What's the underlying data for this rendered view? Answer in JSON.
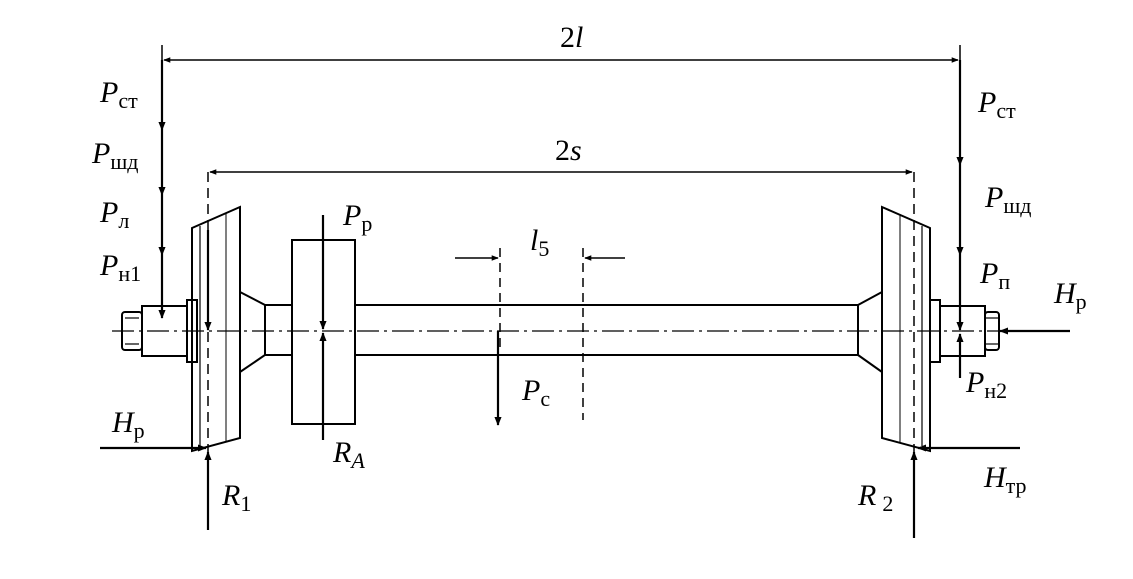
{
  "dimensions": {
    "two_l": {
      "main": "2",
      "var": "l"
    },
    "two_s": {
      "main": "2",
      "var": "s"
    },
    "l5": {
      "main": "l",
      "sub": "5"
    }
  },
  "forces": {
    "p_st_left": {
      "main": "P",
      "sub": "ст"
    },
    "p_shd_left": {
      "main": "P",
      "sub": "шд"
    },
    "p_l": {
      "main": "P",
      "sub": "л"
    },
    "p_n1": {
      "main": "P",
      "sub": "н1"
    },
    "p_r": {
      "main": "P",
      "sub": "р"
    },
    "p_c": {
      "main": "P",
      "sub": "с"
    },
    "p_st_right": {
      "main": "P",
      "sub": "ст"
    },
    "p_shd_right": {
      "main": "P",
      "sub": "шд"
    },
    "p_p": {
      "main": "P",
      "sub": "п"
    },
    "p_n2": {
      "main": "P",
      "sub": "н2"
    },
    "h_r_left": {
      "main": "H",
      "sub": "р"
    },
    "h_r_right": {
      "main": "H",
      "sub": "р"
    },
    "h_tr": {
      "main": "H",
      "sub": "тр"
    },
    "r_1": {
      "main": "R",
      "sub": "1"
    },
    "r_a": {
      "main": "R",
      "sub": "A"
    },
    "r_2": {
      "main": "R",
      "sub": "2"
    }
  }
}
